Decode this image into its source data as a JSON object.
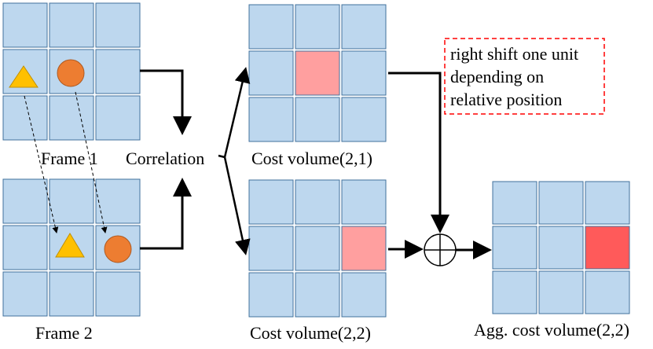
{
  "labels": {
    "frame1": "Frame 1",
    "frame2": "Frame 2",
    "correlation": "Correlation",
    "cost_21": "Cost volume(2,1)",
    "cost_22": "Cost volume(2,2)",
    "agg": "Agg. cost volume(2,2)"
  },
  "note": {
    "line1": "right shift one unit",
    "line2": "depending on",
    "line3": "relative position"
  },
  "colors": {
    "cell_fill": "#bdd7ee",
    "cell_border": "#41719c",
    "triangle": "#ffc000",
    "circle": "#ed7d31",
    "highlight_light": "#ff9f9f",
    "highlight_dark": "#ff5a5a",
    "note_border": "#ff0000"
  },
  "grids": {
    "frame1": {
      "triangle": [
        1,
        0
      ],
      "circle": [
        1,
        1
      ]
    },
    "frame2": {
      "triangle": [
        1,
        1
      ],
      "circle": [
        1,
        2
      ]
    },
    "cost_21": {
      "highlight": [
        1,
        1
      ]
    },
    "cost_22": {
      "highlight": [
        1,
        2
      ]
    },
    "agg": {
      "highlight": [
        1,
        2
      ]
    }
  }
}
